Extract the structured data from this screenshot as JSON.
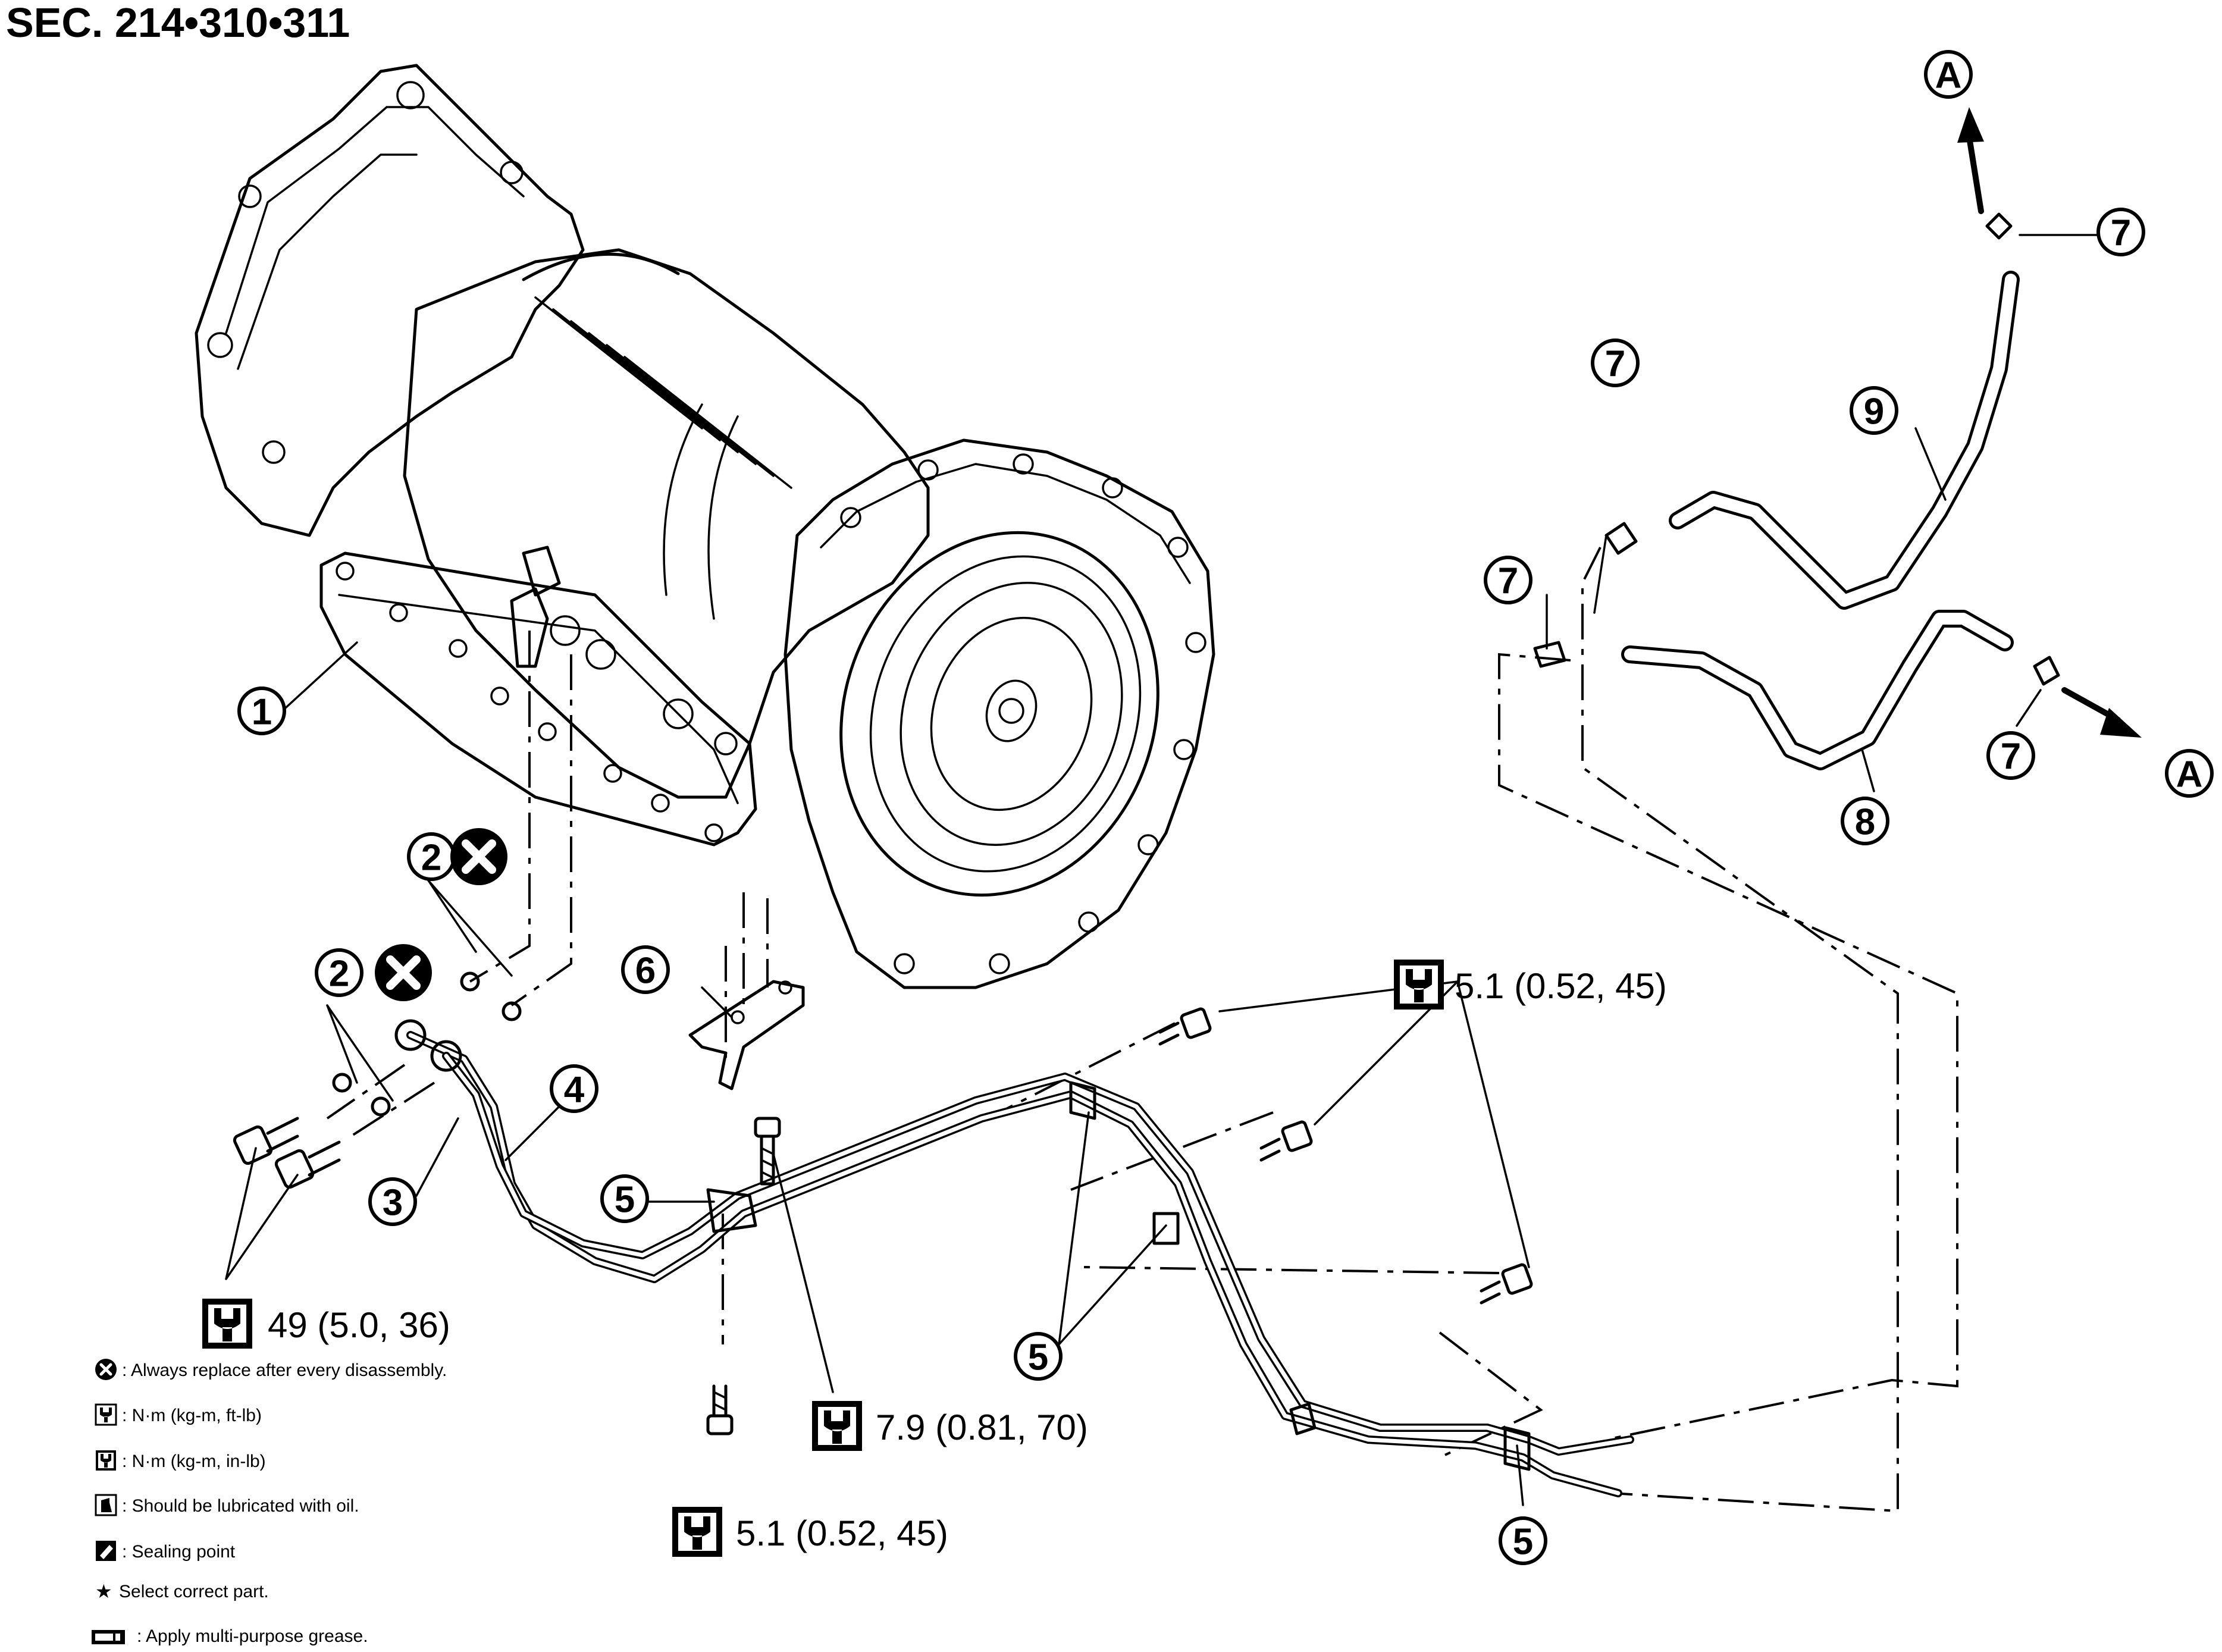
{
  "section_label": "SEC. 214•310•311",
  "callouts": {
    "c1": "1",
    "c2a": "2",
    "c2b": "2",
    "c3": "3",
    "c4": "4",
    "c5a": "5",
    "c5b": "5",
    "c5c": "5",
    "c6": "6",
    "c7a": "7",
    "c7b": "7",
    "c7c": "7",
    "c7d": "7",
    "c8": "8",
    "c9": "9",
    "ca1": "A",
    "ca2": "A"
  },
  "torque": {
    "t1": "5.1 (0.52, 45)",
    "t2": "49 (5.0, 36)",
    "t3": "7.9 (0.81, 70)",
    "t4": "5.1 (0.52, 45)"
  },
  "legend": [
    {
      "icon": "replace-icon",
      "text": ": Always replace after every disassembly."
    },
    {
      "icon": "torque-ftlb-icon",
      "text": ": N·m (kg-m, ft-lb)"
    },
    {
      "icon": "torque-inlb-icon",
      "text": ": N·m (kg-m, in-lb)"
    },
    {
      "icon": "oil-icon",
      "text": ": Should be lubricated with oil."
    },
    {
      "icon": "sealing-icon",
      "text": ": Sealing point"
    },
    {
      "icon": "star-icon",
      "text": "Select correct part."
    },
    {
      "icon": "grease-icon",
      "text": ": Apply multi-purpose grease."
    }
  ]
}
